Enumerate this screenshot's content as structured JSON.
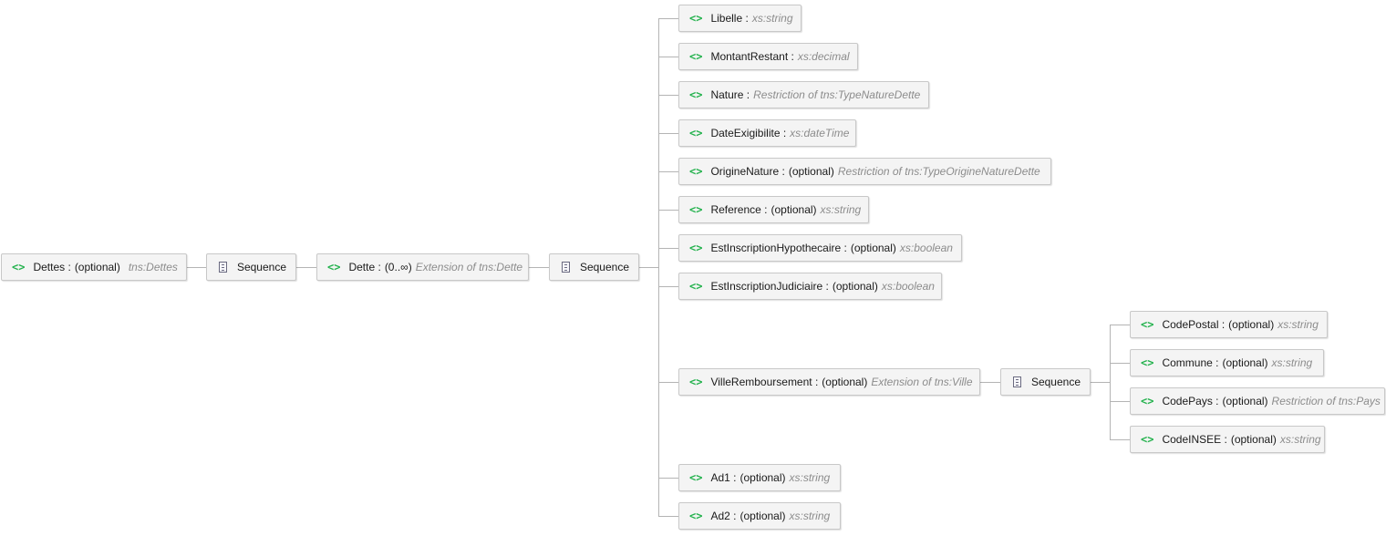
{
  "diagram": {
    "root": {
      "element_icon": "<>",
      "name": "Dettes :",
      "optional": "(optional)",
      "type": "tns:Dettes"
    },
    "root_sequence": {
      "icon": "sequence-icon",
      "label": "Sequence"
    },
    "dette": {
      "element_icon": "<>",
      "name": "Dette :",
      "cardinality": "(0..∞)",
      "type": "Extension of tns:Dette"
    },
    "dette_sequence": {
      "icon": "sequence-icon",
      "label": "Sequence"
    },
    "children": [
      {
        "name": "Libelle :",
        "optional": "",
        "type": "xs:string"
      },
      {
        "name": "MontantRestant :",
        "optional": "",
        "type": "xs:decimal"
      },
      {
        "name": "Nature :",
        "optional": "",
        "type": "Restriction of tns:TypeNatureDette"
      },
      {
        "name": "DateExigibilite :",
        "optional": "",
        "type": "xs:dateTime"
      },
      {
        "name": "OrigineNature :",
        "optional": "(optional)",
        "type": "Restriction of tns:TypeOrigineNatureDette"
      },
      {
        "name": "Reference :",
        "optional": "(optional)",
        "type": "xs:string"
      },
      {
        "name": "EstInscriptionHypothecaire :",
        "optional": "(optional)",
        "type": "xs:boolean"
      },
      {
        "name": "EstInscriptionJudiciaire :",
        "optional": "(optional)",
        "type": "xs:boolean"
      },
      {
        "name": "VilleRemboursement :",
        "optional": "(optional)",
        "type": "Extension of tns:Ville"
      },
      {
        "name": "Ad1 :",
        "optional": "(optional)",
        "type": "xs:string"
      },
      {
        "name": "Ad2 :",
        "optional": "(optional)",
        "type": "xs:string"
      }
    ],
    "ville_sequence": {
      "icon": "sequence-icon",
      "label": "Sequence"
    },
    "ville_children": [
      {
        "name": "CodePostal :",
        "optional": "(optional)",
        "type": "xs:string"
      },
      {
        "name": "Commune :",
        "optional": "(optional)",
        "type": "xs:string"
      },
      {
        "name": "CodePays :",
        "optional": "(optional)",
        "type": "Restriction of tns:Pays"
      },
      {
        "name": "CodeINSEE :",
        "optional": "(optional)",
        "type": "xs:string"
      }
    ]
  },
  "colors": {
    "element_icon": "#22b14c",
    "type_text": "#8c8c8c",
    "connector": "#b4b4b4",
    "node_fill": "#f4f4f4",
    "node_border": "#c8c8c8"
  }
}
